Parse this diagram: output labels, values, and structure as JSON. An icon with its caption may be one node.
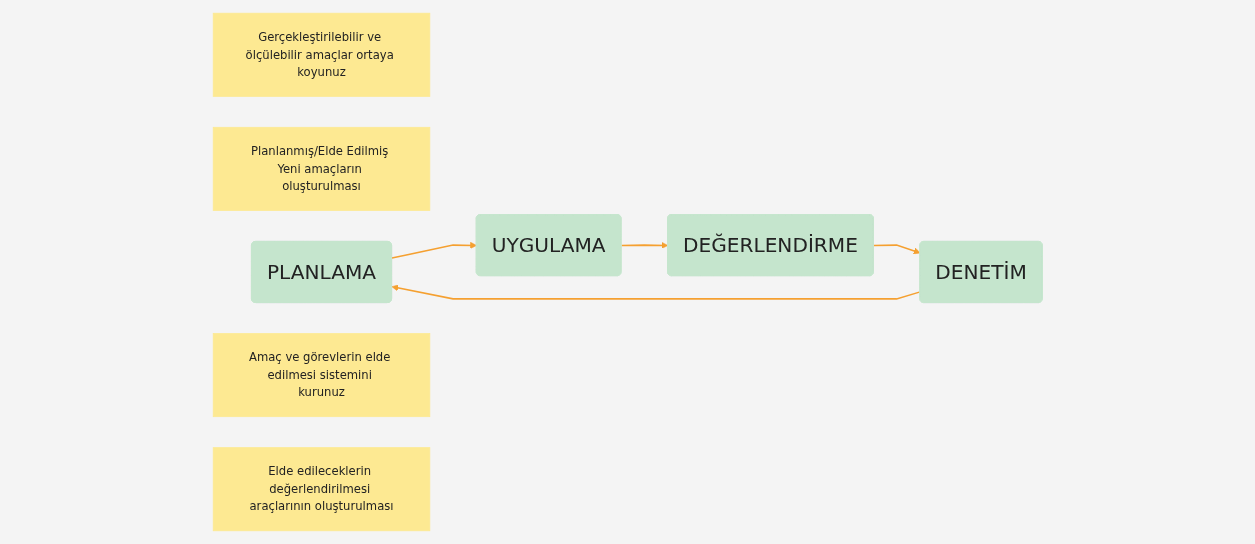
{
  "diagram": {
    "nodes": [
      {
        "text": [
          "Gerçekleştirilebilir ve ölçülebilir amaçlar ortaya koyunuz"
        ]
      },
      {
        "text": [
          "Planlanmış/Elde Edilmiş Yeni amaçların oluşturulması"
        ]
      },
      {
        "text": [
          "PLANLAMA"
        ]
      },
      {
        "text": [
          "DENETİM"
        ]
      },
      {
        "text": [
          "UYGULAMA"
        ]
      },
      {
        "text": [
          "Amaç ve görevlerin elde edilmesi sistemini kurunuz"
        ]
      },
      {
        "text": [
          "DEĞERLENDİRME"
        ]
      },
      {
        "text": [
          "Elde edileceklerin değerlendirilmesi araçlarının oluşturulması"
        ]
      }
    ],
    "edges": [
      {
        "from": 2,
        "to": 4,
        "arrow": "to"
      },
      {
        "from": 4,
        "to": 6,
        "arrow": "to"
      },
      {
        "from": 6,
        "to": 3,
        "arrow": "to"
      },
      {
        "from": 3,
        "to": 2,
        "arrow": "to"
      }
    ]
  }
}
